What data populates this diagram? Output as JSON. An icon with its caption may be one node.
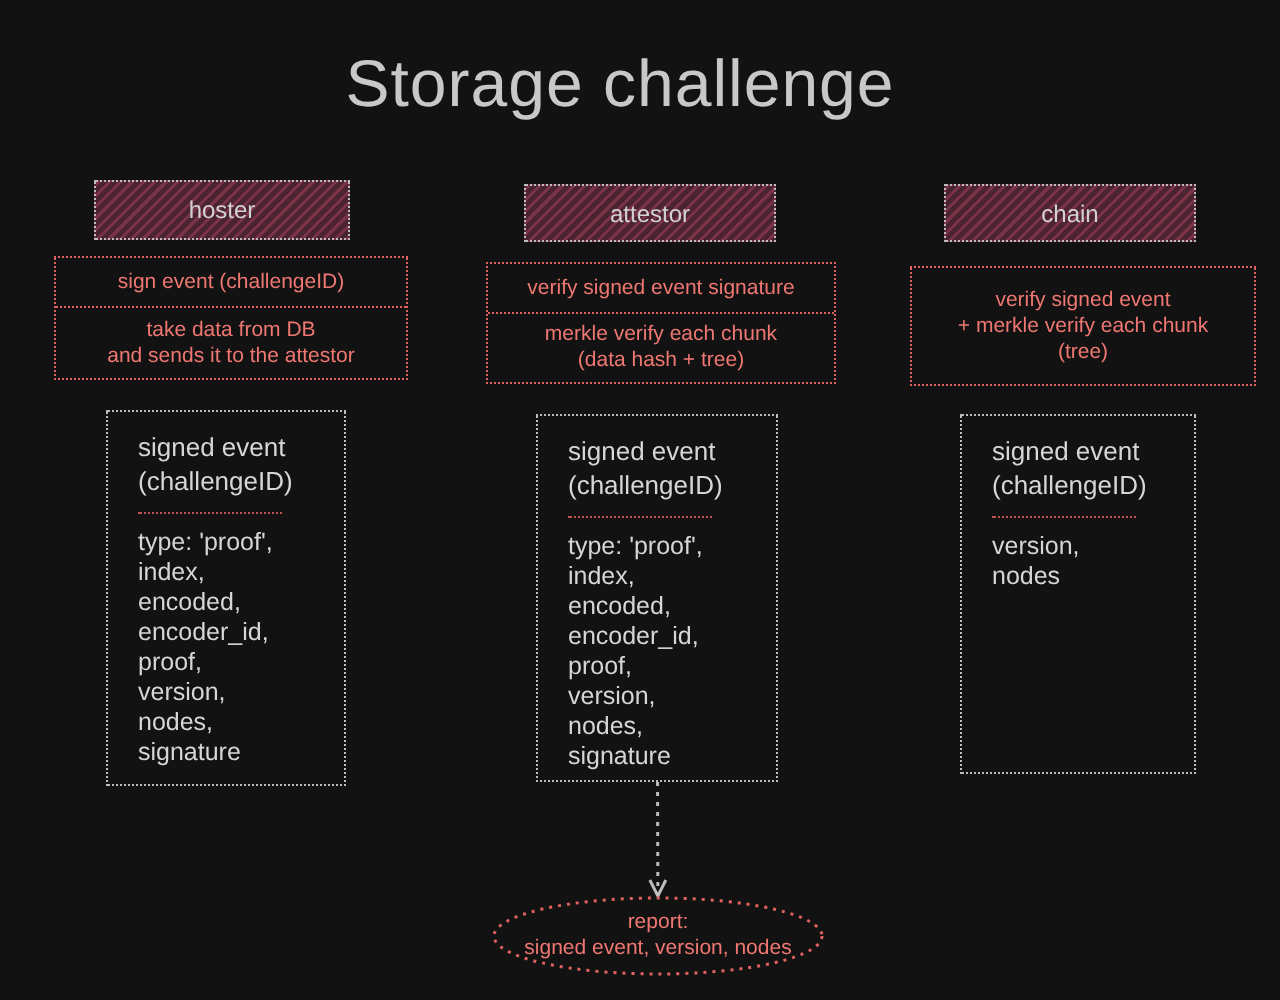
{
  "diagram": {
    "title": "Storage challenge",
    "nodes": [
      {
        "text": [
          "hoster"
        ]
      },
      {
        "text": [
          "sign event (challengeID)",
          "take data from DB and sends it to the attestor"
        ]
      },
      {
        "text": [
          "signed event (challengeID)",
          "type: 'proof', index, encoded, encoder_id, proof, version, nodes, signature"
        ]
      },
      {
        "text": [
          "attestor"
        ]
      },
      {
        "text": [
          "verify signed event signature",
          "merkle verify each chunk (data hash + tree)"
        ]
      },
      {
        "text": [
          "signed event (challengeID)",
          "type: 'proof', index, encoded, encoder_id, proof, version, nodes, signature"
        ]
      },
      {
        "text": [
          "chain"
        ]
      },
      {
        "text": [
          "verify signed event + merkle verify each chunk (tree)"
        ]
      },
      {
        "text": [
          "signed event (challengeID)",
          "version, nodes"
        ]
      },
      {
        "text": [
          "report:",
          "signed event, version, nodes"
        ]
      }
    ],
    "edges": [
      {
        "from": 5,
        "to": 9,
        "arrow": "to",
        "style": "dashed"
      }
    ]
  }
}
